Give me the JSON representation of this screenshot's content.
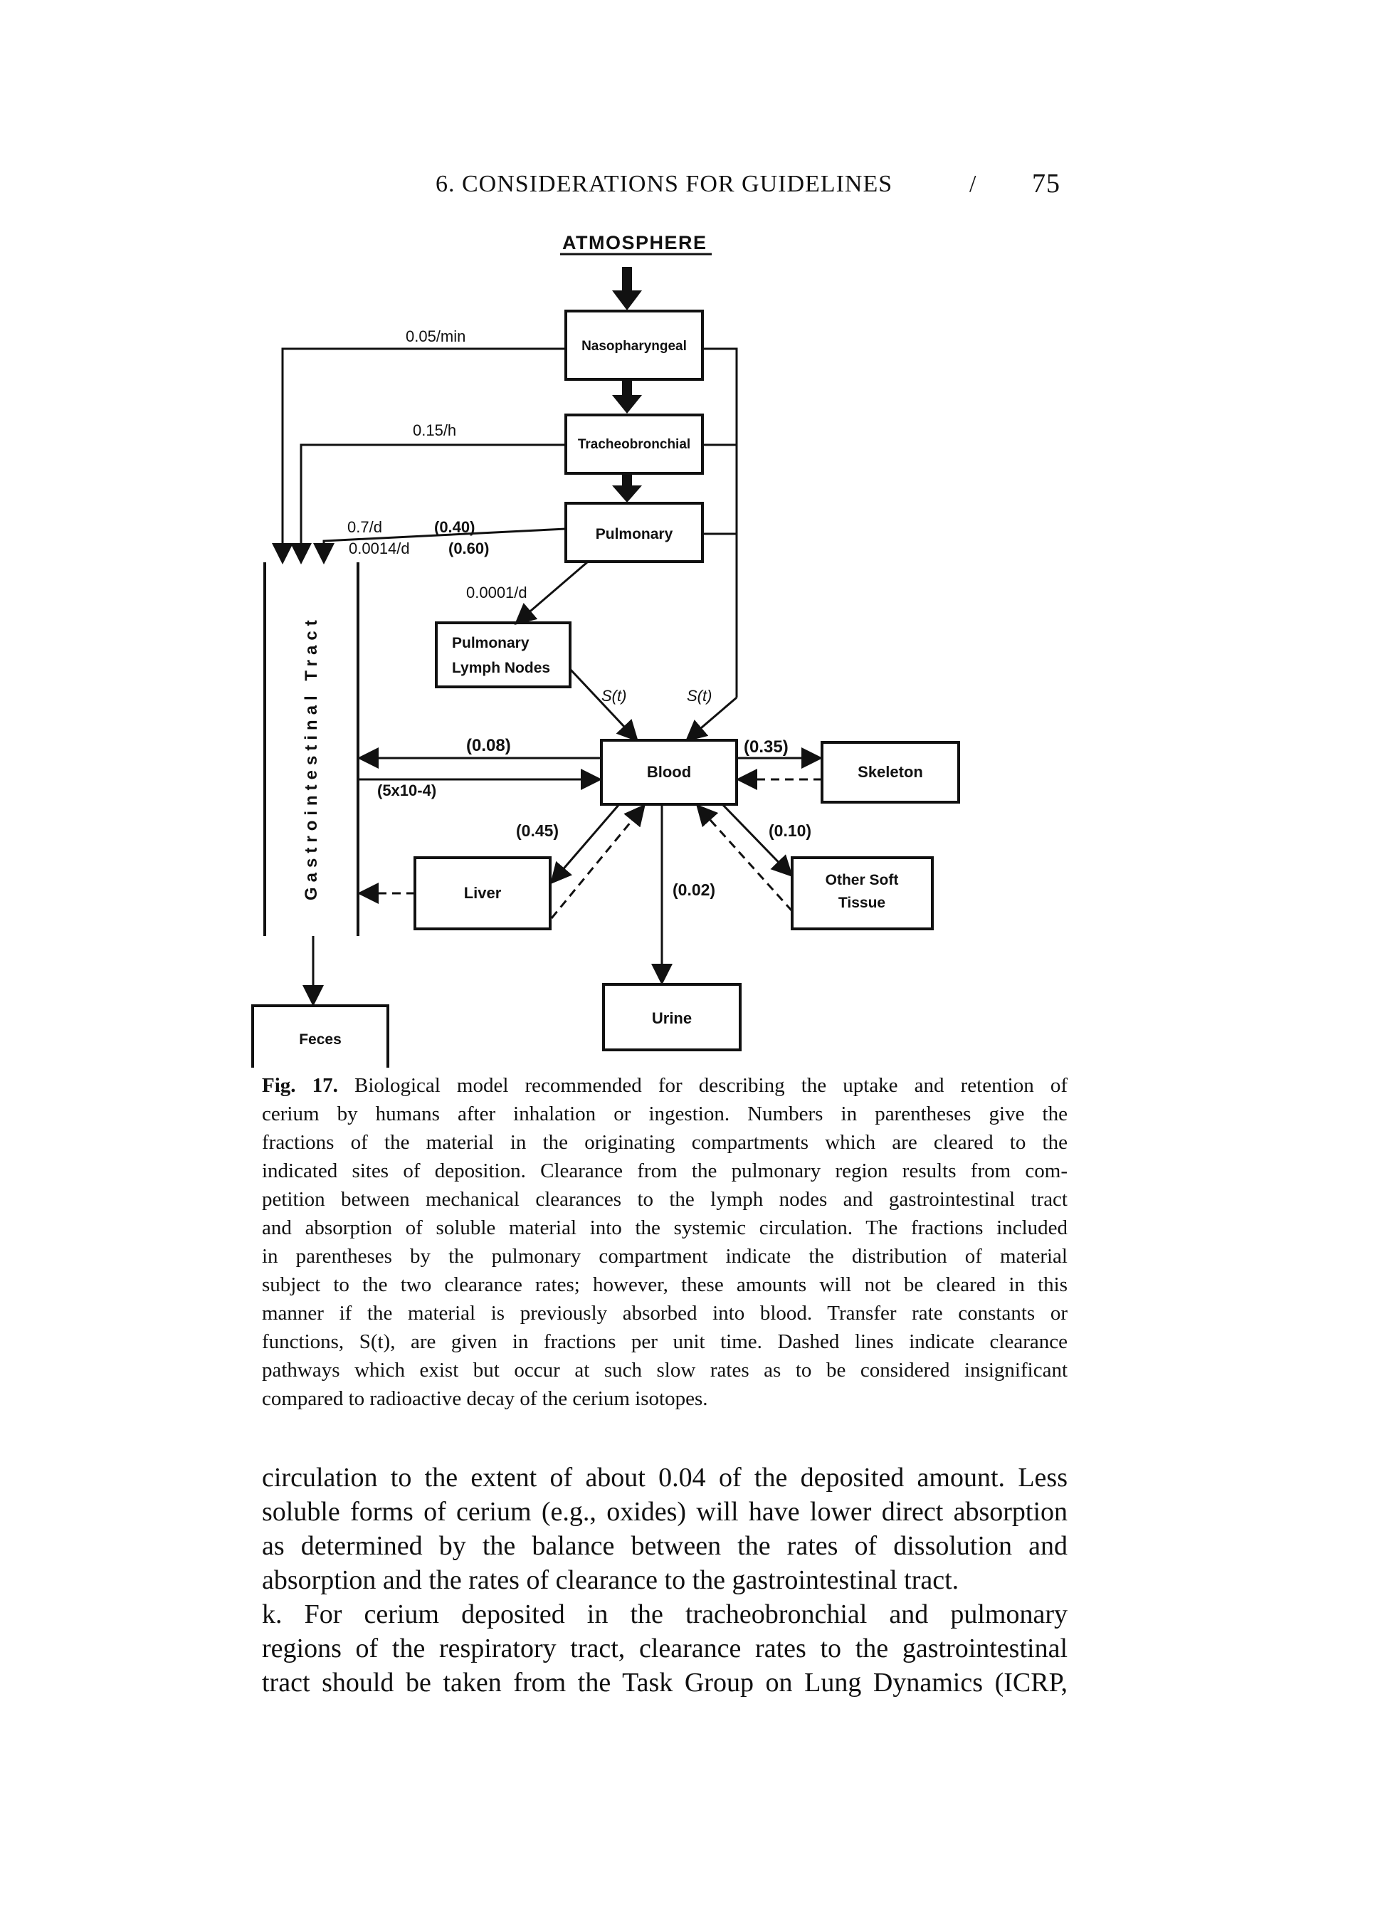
{
  "header": {
    "title": "6. CONSIDERATIONS FOR GUIDELINES",
    "slash": "/",
    "page_number": "75"
  },
  "diagram": {
    "atmosphere": "ATMOSPHERE",
    "boxes": {
      "nasopharyngeal": "Nasopharyngeal",
      "tracheobronchial": "Tracheobronchial",
      "pulmonary": "Pulmonary",
      "lymph_line1": "Pulmonary",
      "lymph_line2": "Lymph Nodes",
      "blood": "Blood",
      "skeleton": "Skeleton",
      "other_line1": "Other Soft",
      "other_line2": "Tissue",
      "liver": "Liver",
      "urine": "Urine",
      "feces": "Feces"
    },
    "gi_tract_label": "Gastrointestinal Tract",
    "rates": {
      "naso": "0.05/min",
      "tracheo": "0.15/h",
      "pulm_a_rate": "0.7/d",
      "pulm_a_frac": "(0.40)",
      "pulm_b_rate": "0.0014/d",
      "pulm_b_frac": "(0.60)",
      "lymph": "0.0001/d",
      "s_t_left": "S(t)",
      "s_t_right": "S(t)",
      "blood_to_gi": "(0.08)",
      "gi_to_blood": "(5x10-4)",
      "liver": "(0.45)",
      "skeleton": "(0.35)",
      "other_soft": "(0.10)",
      "urine": "(0.02)"
    }
  },
  "caption": {
    "label": "Fig. 17.",
    "lines": [
      "Biological model recommended for describing the uptake and retention of",
      "cerium by humans after inhalation or ingestion. Numbers in parentheses give the",
      "fractions of the material in the originating compartments which are cleared to the",
      "indicated sites of deposition. Clearance from the pulmonary region results from com-",
      "petition between mechanical clearances to the lymph nodes and gastrointestinal tract",
      "and absorption of soluble material into the systemic circulation. The fractions included",
      "in parentheses by the pulmonary compartment indicate the distribution of material",
      "subject to the two clearance rates; however, these amounts will not be cleared in this",
      "manner if the material is previously absorbed into blood. Transfer rate constants or",
      "functions, S(t), are given in fractions per unit time. Dashed lines indicate clearance",
      "pathways which exist but occur at such slow rates as to be considered insignificant",
      "compared to radioactive decay of the cerium isotopes."
    ]
  },
  "body": {
    "lines": [
      "circulation to the extent of about 0.04 of the deposited amount. Less",
      "soluble forms of cerium (e.g., oxides) will have lower direct absorption",
      "as determined by the balance between the rates of dissolution and",
      "absorption and the rates of clearance to the gastrointestinal tract.",
      "k. For cerium deposited in the tracheobronchial and pulmonary",
      "regions of the respiratory tract, clearance rates to the gastrointestinal",
      "tract should be taken from the Task Group on Lung Dynamics (ICRP,"
    ]
  }
}
